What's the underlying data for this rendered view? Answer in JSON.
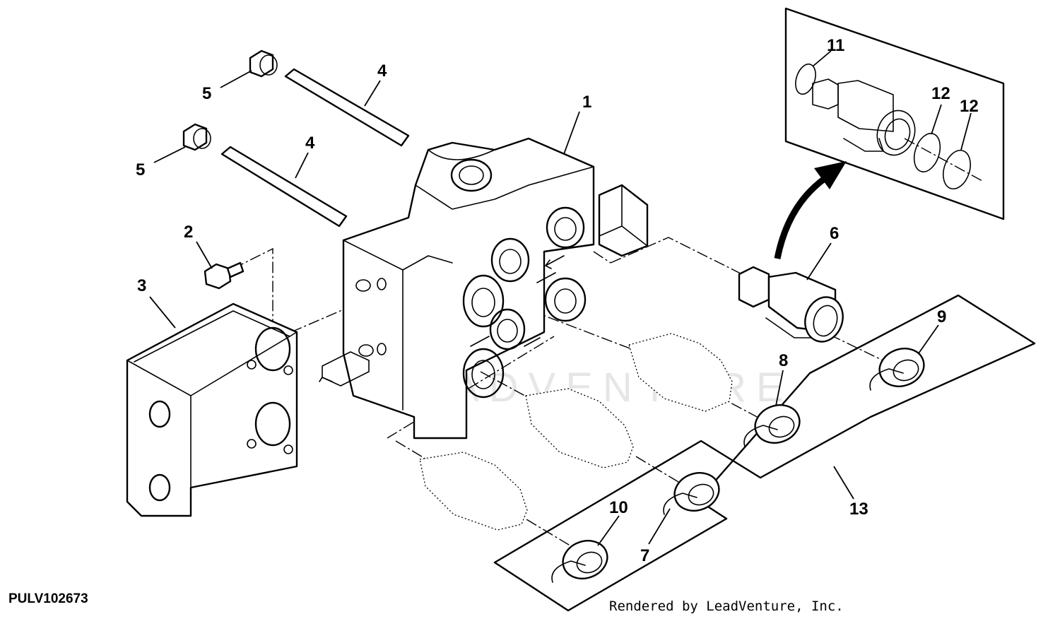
{
  "diagram_id": "PULV102673",
  "credit": "Rendered by LeadVenture, Inc.",
  "watermark": "LEADVENTURE",
  "callouts": {
    "c1": "1",
    "c2": "2",
    "c3": "3",
    "c4a": "4",
    "c4b": "4",
    "c5a": "5",
    "c5b": "5",
    "c6": "6",
    "c7": "7",
    "c8": "8",
    "c9": "9",
    "c10": "10",
    "c11": "11",
    "c12a": "12",
    "c12b": "12",
    "c13": "13"
  }
}
